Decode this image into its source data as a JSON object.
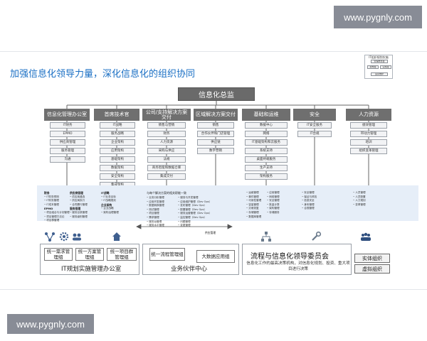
{
  "watermarks": {
    "top": "www.pygnly.com",
    "bottom": "www.pygnly.com"
  },
  "title": "加强信息化领导力量，深化信息化的组织协同",
  "mini_chart": {
    "title": "IT组织规划实施",
    "boxes": [
      "管理委员会",
      "架构组",
      "实施组",
      "运营维护"
    ]
  },
  "cio_label": "信息化总监",
  "departments": [
    {
      "name": "信息化管理办公室",
      "items": [
        "IT财务",
        "EPMO",
        "供应商管理",
        "服务管理",
        "沟通"
      ]
    },
    {
      "name": "首席技术官",
      "items": [
        "IT战略",
        "服务战略",
        "企业架构",
        "应用架构",
        "基础架构",
        "数据架构",
        "安全架构",
        "集成架构"
      ]
    },
    {
      "name": "公司/支持解决方案交付",
      "items": [
        "销售与营销",
        "财务",
        "人力资源",
        "采购与供应",
        "法规",
        "商务智能和数据仓库",
        "集成交付"
      ]
    },
    {
      "name": "区域解决方案交付",
      "items": [
        "销售",
        "合作伙伴和门店管理",
        "供应链",
        "数字营销"
      ]
    },
    {
      "name": "基础和运维",
      "items": [
        "数据中心",
        "网络",
        "IT基础架构和云服务",
        "系统支持",
        "桌面终端服务",
        "生产支持",
        "架构服务"
      ]
    },
    {
      "name": "安全",
      "items": [
        "IT安全服务",
        "IT合规"
      ]
    },
    {
      "name": "人力资源",
      "items": [
        "绩效管理",
        "带动力管理",
        "培训",
        "组织变革管理"
      ]
    }
  ],
  "lower": {
    "col1": {
      "heads": [
        "财务",
        "供应商管理"
      ],
      "rows": [
        [
          "IT财务预测",
          "供应商遴选"
        ],
        [
          "IT财务管理",
          "供应商执行"
        ],
        [
          "IT成本管理",
          "合同履行管理"
        ],
        [
          "EPMO",
          "服务管理"
        ],
        [
          "项目组合与计划管理",
          "服务目录管理"
        ],
        [
          "项目管理方法论",
          "服务级别管理"
        ],
        [
          "项目群管理",
          ""
        ]
      ]
    },
    "col2": {
      "head": "IT战略",
      "items": [
        "IT业务目标",
        "IT战略规划",
        "企业架构",
        "企业战略",
        "架构治理管理"
      ]
    },
    "col3": {
      "head": "与每个解决方案的相关职能一致",
      "rows": [
        [
          "业务分析管理",
          "服务与开发管理"
        ],
        [
          "应用开发管理",
          "应用维护管理（Dev Ops）"
        ],
        [
          "数据转换管理",
          "发布管理（Dev Ops）"
        ],
        [
          "测试管理",
          "配置管理（Dev Ops）"
        ],
        [
          "项目管理",
          "服务运营管理（Dev Ops）"
        ],
        [
          "需求管理",
          "监控管理（Dev Ops）"
        ],
        [
          "服务台管理",
          "问题管理"
        ],
        [
          "服务水平管理",
          "变更管理"
        ]
      ],
      "tail": "供应管理"
    },
    "col4": {
      "rows": [
        [
          "运维管理",
          "应用管理"
        ],
        [
          "事件管理",
          "网络管理"
        ],
        [
          "可用性管理",
          "安全管理"
        ],
        [
          "容量管理",
          "批量计算"
        ],
        [
          "灾难恢复",
          "架构管理"
        ],
        [
          "存储管理",
          "存储服务"
        ],
        [
          "数据库管理",
          ""
        ]
      ]
    },
    "col5": {
      "items": [
        "安全管理",
        "保证与风险",
        "信息安全",
        "身份管理",
        "合规管理"
      ]
    },
    "col6": {
      "items": [
        "人员管理",
        "人员配置",
        "人力规划",
        "变革管理"
      ]
    }
  },
  "bottom": {
    "it_office": {
      "boxes": [
        "统一需求管理组",
        "统一方案管理组",
        "统一项目群管理组"
      ],
      "label": "IT规划实施管理办公室"
    },
    "partner": {
      "boxes": [
        "统一流程管理组",
        "大数据应用组"
      ],
      "label": "业务伙伴中心"
    },
    "committee": {
      "title": "流程与信息化领导委员会",
      "desc": "信息化工作的最高决策机构，对信息化规划、投资、重大项目进行决策"
    },
    "entities": [
      "实体组织",
      "虚拟组织"
    ]
  },
  "colors": {
    "title": "#1a6fc4",
    "dept": "#6f6f6f",
    "cio": "#6a6a6a",
    "band": "#e6eef8"
  }
}
